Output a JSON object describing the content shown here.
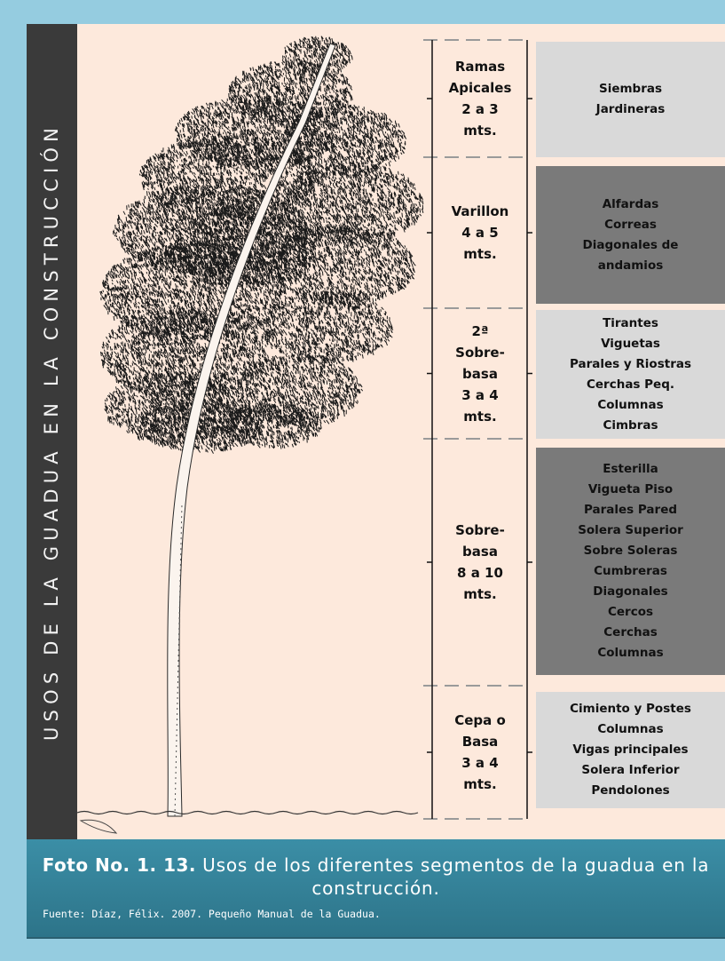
{
  "side_title": "USOS DE LA GUADUA EN LA CONSTRUCCIÓN",
  "segments": [
    {
      "name": "Ramas Apicales 2 a 3 mts.",
      "lines": [
        "Ramas",
        "Apicales",
        "2 a 3",
        "mts."
      ],
      "uses": [
        "Siembras",
        "Jardineras"
      ],
      "shade": "light"
    },
    {
      "name": "Varillon 4 a 5 mts.",
      "lines": [
        "Varillon",
        "4 a 5",
        "mts."
      ],
      "uses": [
        "Alfardas",
        "Correas",
        "Diagonales de",
        "andamios"
      ],
      "shade": "dark"
    },
    {
      "name": "2ª Sobrebasa 3 a 4 mts.",
      "lines": [
        "2ª",
        "Sobre-",
        "basa",
        "3 a 4",
        "mts."
      ],
      "uses": [
        "Tirantes",
        "Viguetas",
        "Parales y Riostras",
        "Cerchas Peq.",
        "Columnas",
        "Cimbras"
      ],
      "shade": "light"
    },
    {
      "name": "Sobrebasa 8 a 10 mts.",
      "lines": [
        "Sobre-",
        "basa",
        "8 a 10",
        "mts."
      ],
      "uses": [
        "Esterilla",
        "Vigueta Piso",
        "Parales Pared",
        "Solera Superior",
        "Sobre Soleras",
        "Cumbreras",
        "Diagonales",
        "Cercos",
        "Cerchas",
        "Columnas"
      ],
      "shade": "dark"
    },
    {
      "name": "Cepa o Basa 3 a 4 mts.",
      "lines": [
        "Cepa o",
        "Basa",
        "3 a 4",
        "mts."
      ],
      "uses": [
        "Cimiento y Postes",
        "Columnas",
        "Vigas principales",
        "Solera Inferior",
        "Pendolones"
      ],
      "shade": "light"
    }
  ],
  "caption": {
    "label": "Foto No. 1. 13.",
    "text": " Usos de los diferentes segmentos de la guadua en la construcción."
  },
  "source": "Fuente: Díaz, Félix. 2007. Pequeño Manual de la Guadua.",
  "colors": {
    "background": "#95cce0",
    "panel": "#fde9dc",
    "side_bar": "#3a3a3a",
    "box_light": "#d9d9d9",
    "box_dark": "#7a7a7a",
    "caption_band": "#2f7d93"
  }
}
